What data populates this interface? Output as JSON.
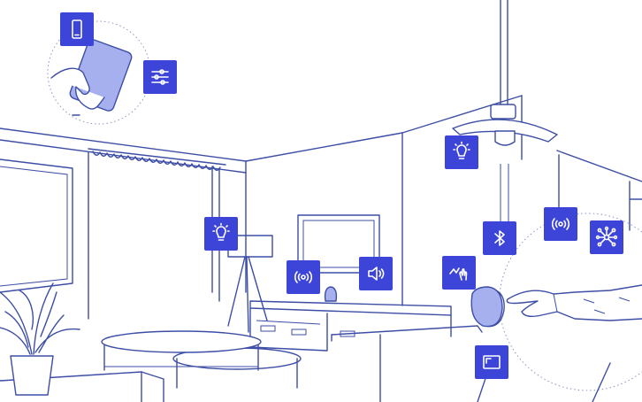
{
  "colors": {
    "accent": "#3c45d8",
    "line": "#3d4ea6",
    "highlight": "#a7b0ef",
    "background": "#ffffff"
  },
  "badges": [
    {
      "id": "phone",
      "icon": "smartphone-icon"
    },
    {
      "id": "settings",
      "icon": "sliders-icon"
    },
    {
      "id": "floor-lamp-light",
      "icon": "lightbulb-icon"
    },
    {
      "id": "tv-wireless",
      "icon": "wireless-signal-icon"
    },
    {
      "id": "tv-sound",
      "icon": "speaker-volume-icon"
    },
    {
      "id": "ceiling-light",
      "icon": "lightbulb-icon"
    },
    {
      "id": "bluetooth",
      "icon": "bluetooth-icon"
    },
    {
      "id": "wireless",
      "icon": "wireless-signal-icon"
    },
    {
      "id": "network",
      "icon": "network-hub-icon"
    },
    {
      "id": "gesture",
      "icon": "hand-gesture-icon"
    },
    {
      "id": "display",
      "icon": "screen-icon"
    }
  ]
}
